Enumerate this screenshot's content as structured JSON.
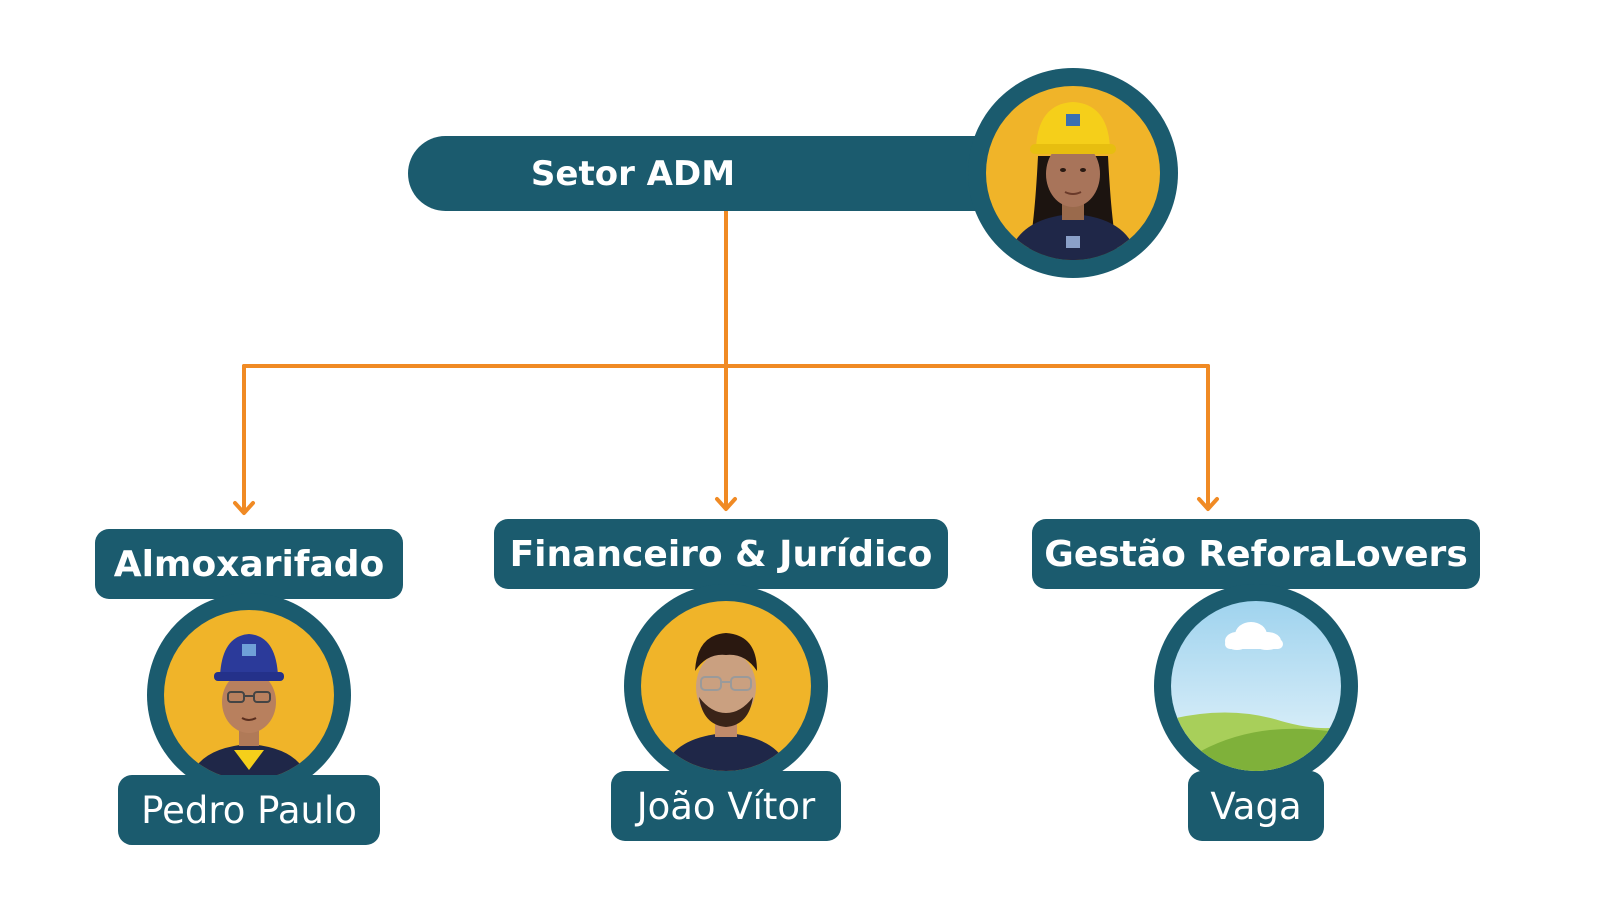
{
  "colors": {
    "teal": "#1b5b6e",
    "connector": "#f08a24",
    "photo_background": "#f0b429",
    "helmet_yellow": "#f5cf1a",
    "helmet_blue": "#2b3a9a"
  },
  "root": {
    "label": "Setor ADM",
    "avatar_icon": "person-yellow-helmet-photo"
  },
  "departments": [
    {
      "label": "Almoxarifado",
      "person": "Pedro Paulo",
      "avatar_icon": "person-blue-helmet-photo"
    },
    {
      "label": "Financeiro & Jurídico",
      "person": "João Vítor",
      "avatar_icon": "person-glasses-photo"
    },
    {
      "label": "Gestão ReforaLovers",
      "person": "Vaga",
      "avatar_icon": "landscape-placeholder-image"
    }
  ]
}
